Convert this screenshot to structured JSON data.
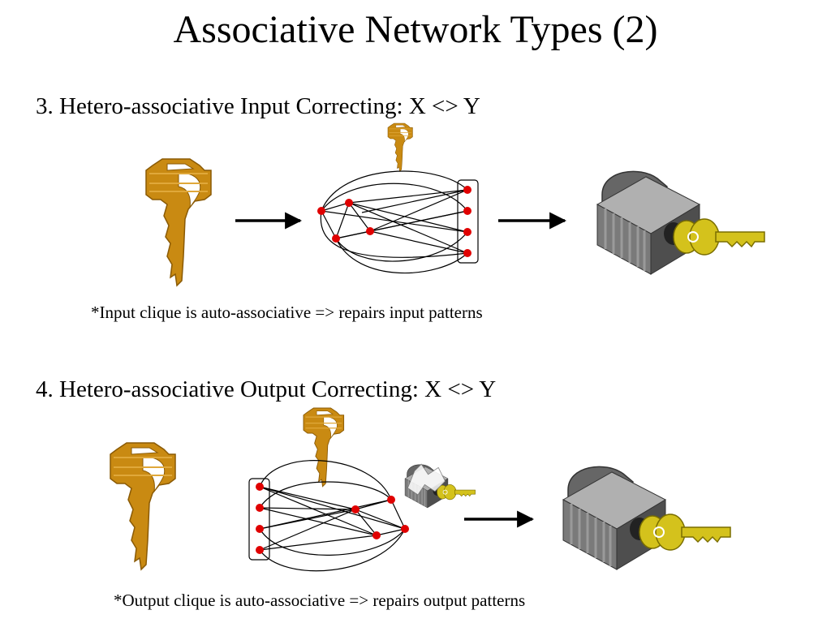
{
  "slide": {
    "title": "Associative Network Types (2)",
    "section3": {
      "heading": "3. Hetero-associative Input Correcting: X <> Y",
      "note": "*Input clique is auto-associative => repairs input patterns"
    },
    "section4": {
      "heading": "4. Hetero-associative Output Correcting: X <> Y",
      "note": "*Output clique is auto-associative => repairs output patterns"
    }
  },
  "icons": {
    "key": "damaged-key-icon",
    "small_key": "small-key-icon",
    "padlock": "padlock-with-key-icon",
    "small_padlock": "small-padlock-icon",
    "arrow": "right-arrow-icon"
  },
  "colors": {
    "key_gold": "#C98A12",
    "key_gold_dark": "#8A5A05",
    "node_red": "#E00000",
    "lock_gray": "#8C8C8C",
    "lock_dark": "#555555",
    "lock_key": "#D4C21C"
  }
}
